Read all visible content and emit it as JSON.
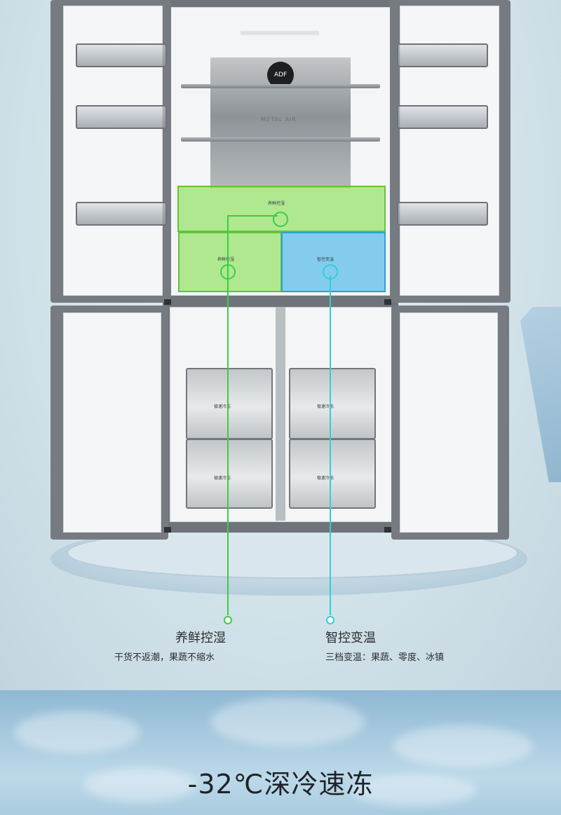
{
  "product": {
    "logo_text": "ADF",
    "panel_text": "METAL AIR",
    "drawer_freshness_label": "养鲜控湿",
    "drawer_temp_label": "智控变温",
    "top_drawer_label": "养鲜控湿",
    "freezer_drawer_label": "极速冷冻"
  },
  "features": [
    {
      "title": "养鲜控湿",
      "desc": "干货不返潮，果蔬不缩水",
      "color": "#3ccc46"
    },
    {
      "title": "智控变温",
      "desc": "三档变温：果蔬、零度、冰镇",
      "color": "#2fd0d4"
    }
  ],
  "headline": "-32℃深冷速冻",
  "colors": {
    "accent_green": "#3ccc46",
    "accent_cyan": "#2fd0d4"
  }
}
